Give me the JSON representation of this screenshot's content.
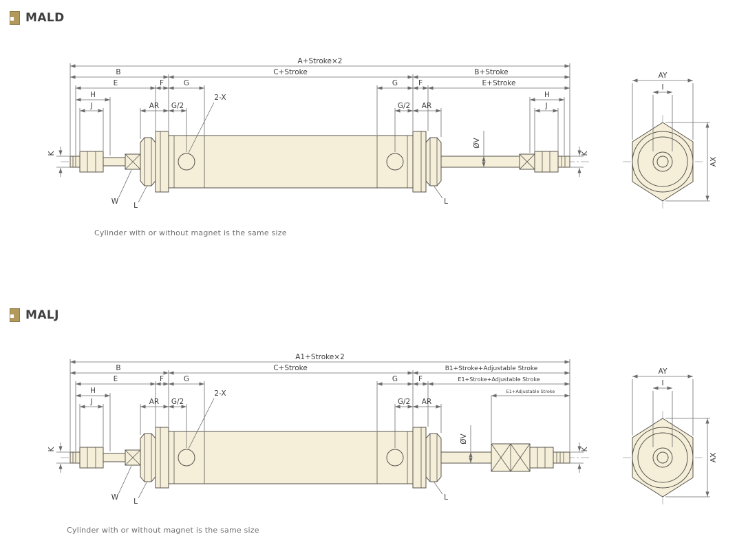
{
  "colors": {
    "part_fill": "#f5efda",
    "part_line": "#55524a",
    "dim_line": "#6b6b6b",
    "accent": "#b3995c",
    "text": "#3c3c3c"
  },
  "sections": [
    {
      "title": "MALD",
      "note": "Cylinder with or without magnet is the same size",
      "dims": {
        "total": "A+Stroke×2",
        "b": "B",
        "c": "C+Stroke",
        "b2": "B+Stroke",
        "e": "E",
        "f": "F",
        "g": "G",
        "g_r": "G",
        "f_r": "F",
        "e_r": "E+Stroke",
        "h": "H",
        "j": "J",
        "ar": "AR",
        "g2": "G/2",
        "ports": "2-X",
        "g2_r": "G/2",
        "ar_r": "AR",
        "h_r": "H",
        "j_r": "J",
        "ov": "ØV",
        "k_l": "K",
        "k_r": "K",
        "w": "W",
        "l_l": "L",
        "l_r": "L"
      },
      "end_view": {
        "ay": "AY",
        "i": "I",
        "ax": "AX"
      }
    },
    {
      "title": "MALJ",
      "note": "Cylinder with or without magnet is the same size",
      "dims": {
        "total": "A1+Stroke×2",
        "b": "B",
        "c": "C+Stroke",
        "b2": "B1+Stroke+Adjustable Stroke",
        "e": "E",
        "f": "F",
        "g": "G",
        "g_r": "G",
        "f_r": "F",
        "e_r": "E1+Stroke+Adjustable Stroke",
        "e_adj": "E1+Adjustable Stroke",
        "h": "H",
        "j": "J",
        "ar": "AR",
        "g2": "G/2",
        "ports": "2-X",
        "g2_r": "G/2",
        "ar_r": "AR",
        "ov": "ØV",
        "k_l": "K",
        "k_r": "K",
        "w": "W",
        "l_l": "L",
        "l_r": "L"
      },
      "end_view": {
        "ay": "AY",
        "i": "I",
        "ax": "AX"
      }
    }
  ]
}
